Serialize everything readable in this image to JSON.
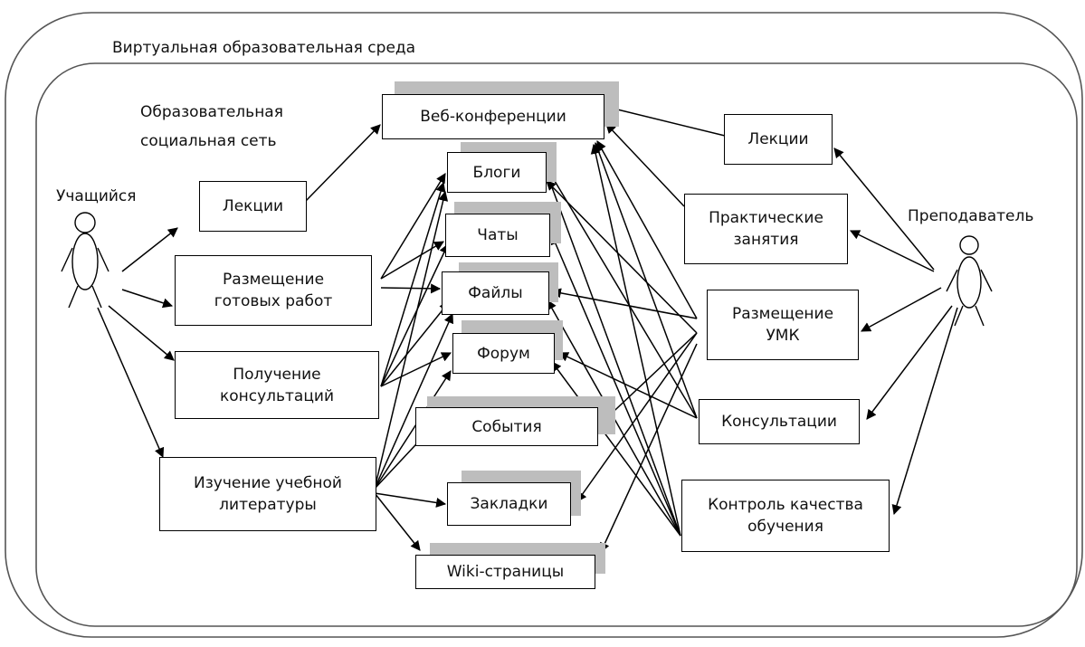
{
  "environment": {
    "outer_label": "Виртуальная образовательная среда",
    "inner_label": "Образовательная\nсоциальная сеть"
  },
  "actors": {
    "student": "Учащийся",
    "teacher": "Преподаватель"
  },
  "student_activities": {
    "lectures": "Лекции",
    "posting_works": "Размещение\nготовых работ",
    "consultations": "Получение\nконсультаций",
    "literature": "Изучение учебной\nлитературы"
  },
  "services": {
    "webconf": "Веб-конференции",
    "blogs": "Блоги",
    "chats": "Чаты",
    "files": "Файлы",
    "forum": "Форум",
    "events": "События",
    "bookmarks": "Закладки",
    "wiki": "Wiki-страницы"
  },
  "teacher_activities": {
    "lectures": "Лекции",
    "practice": "Практические\nзанятия",
    "umk": "Размещение\nУМК",
    "consultations": "Консультации",
    "quality": "Контроль качества\nобучения"
  }
}
